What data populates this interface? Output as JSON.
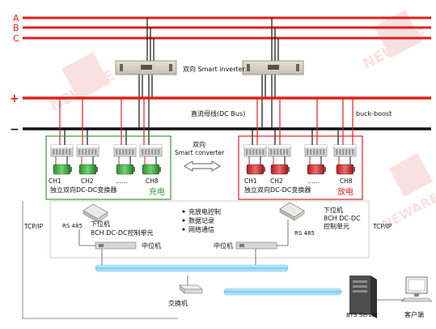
{
  "phases": [
    "A",
    "B",
    "C"
  ],
  "inverter": {
    "label": "双向 Smart inverter",
    "units": 2
  },
  "dc_bus": {
    "plus": "+",
    "minus": "−",
    "label": "直流母线(DC Bus)",
    "buck_boost": "buck-boost"
  },
  "converter": {
    "label_line1": "双向",
    "label_line2": "Smart converter"
  },
  "left_group": {
    "channels": [
      "CH1",
      "CH2",
      "……",
      "CH8"
    ],
    "caption": "独立双向DC-DC变换器",
    "mode": "充电"
  },
  "right_group": {
    "channels": [
      "CH1",
      "CH2",
      "……",
      "CH8"
    ],
    "caption": "独立双向DC-DC变换器",
    "mode": "放电"
  },
  "features": [
    "充放电控制",
    "数据记录",
    "网络通信"
  ],
  "left_lower": {
    "rs485": "RS 485",
    "title": "下位机",
    "subtitle": "8CH  DC-DC控制单元",
    "host": "中位机"
  },
  "right_lower": {
    "rs485": "RS 485",
    "title": "下位机",
    "line2": "8CH  DC-DC",
    "line3": "控制单元",
    "host": "中位机"
  },
  "tcpip_left": "TCP/IP",
  "tcpip_right": "TCP/IP",
  "switch": "交换机",
  "server": "BTS Server",
  "client": "客户端",
  "watermark": "NEWARE",
  "colors": {
    "ac_line": "#e0201c",
    "dc_plus": "#e0201c",
    "dc_minus": "#111111",
    "green_box": "#3a9a3a",
    "red_box": "#d8232a",
    "network": "#8fd4f2"
  }
}
